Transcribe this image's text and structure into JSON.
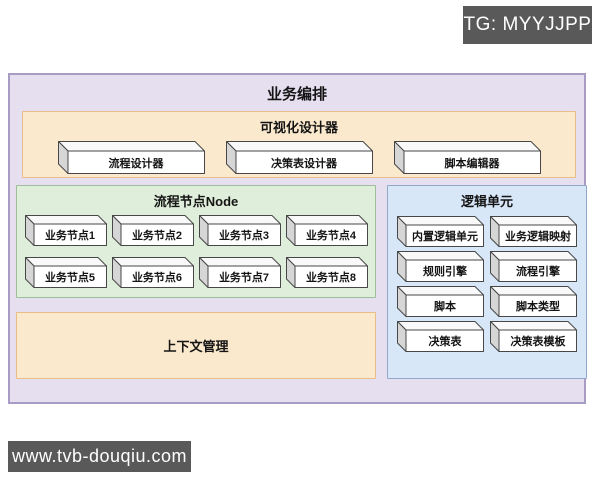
{
  "badges": {
    "top_right": "TG: MYYJJPP",
    "bottom_left": "www.tvb-douqiu.com"
  },
  "diagram": {
    "title": "业务编排",
    "designer": {
      "title": "可视化设计器",
      "items": [
        "流程设计器",
        "决策表设计器",
        "脚本编辑器"
      ]
    },
    "nodes": {
      "title": "流程节点Node",
      "items": [
        "业务节点1",
        "业务节点2",
        "业务节点3",
        "业务节点4",
        "业务节点5",
        "业务节点6",
        "业务节点7",
        "业务节点8"
      ]
    },
    "logic": {
      "title": "逻辑单元",
      "items": [
        "内置逻辑单元",
        "业务逻辑映射",
        "规则引擎",
        "流程引擎",
        "脚本",
        "脚本类型",
        "决策表",
        "决策表模板"
      ]
    },
    "context": {
      "title": "上下文管理"
    }
  },
  "colors": {
    "container_bg": "#e6dff0",
    "container_border": "#a99cc4",
    "orange_bg": "#fbe9ce",
    "orange_border": "#e9bd85",
    "green_bg": "#dfeeda",
    "green_border": "#9ebe9b",
    "blue_bg": "#d7e7f8",
    "blue_border": "#92a9cb",
    "badge_bg": "#595959",
    "badge_text": "#ffffff",
    "cube_front": "#ffffff",
    "cube_top": "#f9f9f9",
    "cube_side": "#d6d6d6",
    "cube_border": "#474747"
  }
}
